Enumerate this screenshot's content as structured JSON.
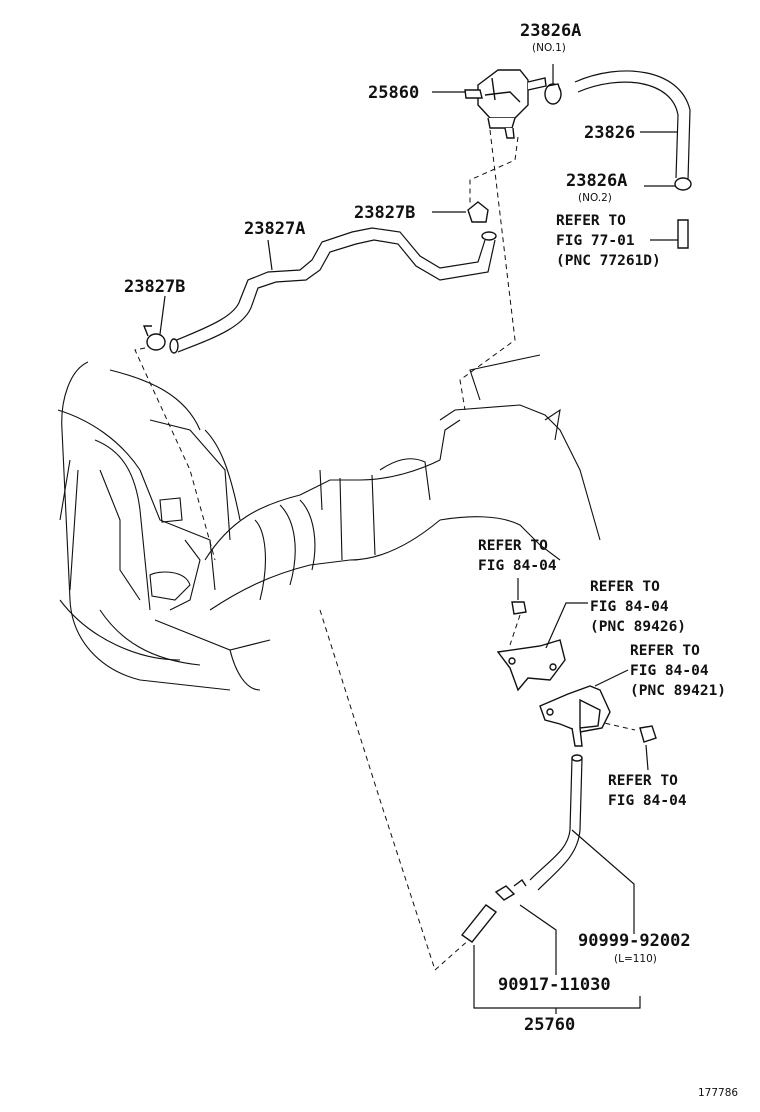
{
  "labels": {
    "p23826A_top": "23826A",
    "no1": "(NO.1)",
    "p25860": "25860",
    "p23826": "23826",
    "p23826A_mid": "23826A",
    "no2": "(NO.2)",
    "ref1_l1": "REFER TO",
    "ref1_l2": "FIG 77-01",
    "ref1_l3": "(PNC 77261D)",
    "p23827B_right": "23827B",
    "p23827A": "23827A",
    "p23827B_left": "23827B",
    "ref2_l1": "REFER TO",
    "ref2_l2": "FIG 84-04",
    "ref3_l1": "REFER TO",
    "ref3_l2": "FIG 84-04",
    "ref3_l3": "(PNC 89426)",
    "ref4_l1": "REFER TO",
    "ref4_l2": "FIG 84-04",
    "ref4_l3": "(PNC 89421)",
    "ref5_l1": "REFER TO",
    "ref5_l2": "FIG 84-04",
    "p90999": "90999-92002",
    "len110": "(L=110)",
    "p90917": "90917-11030",
    "p25760": "25760",
    "figure_id": "177786"
  }
}
